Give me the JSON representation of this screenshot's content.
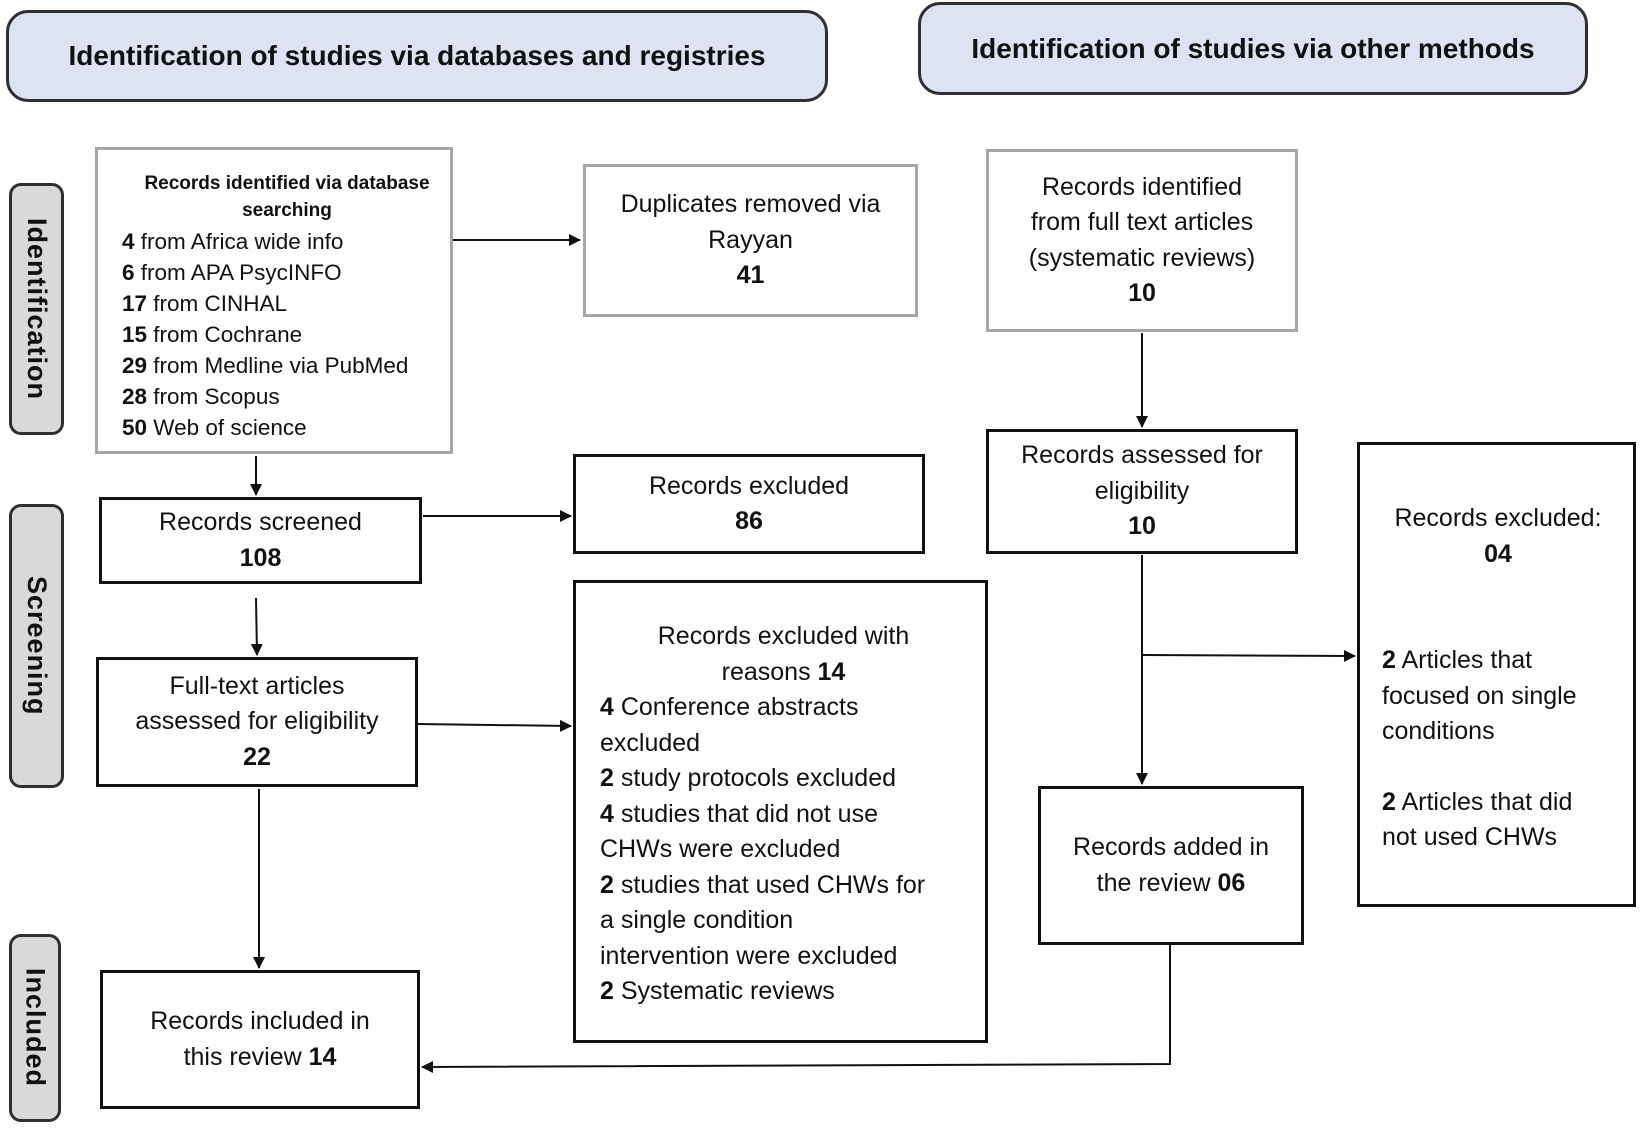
{
  "headers": {
    "databases": "Identification of studies via databases and registries",
    "other": "Identification of studies via other methods"
  },
  "stages": {
    "identification": "Identification",
    "screening": "Screening",
    "included": "Included"
  },
  "db_search": {
    "title": "Records identified via database searching",
    "items": [
      {
        "count": "4",
        "text": " from  Africa wide info"
      },
      {
        "count": "6",
        "text": " from APA PsycINFO"
      },
      {
        "count": "17",
        "text": " from CINHAL"
      },
      {
        "count": "15",
        "text": " from Cochrane"
      },
      {
        "count": "29",
        "text": " from Medline via PubMed"
      },
      {
        "count": "28",
        "text": " from Scopus"
      },
      {
        "count": "50",
        "text": " Web of science"
      }
    ]
  },
  "duplicates": {
    "line1": "Duplicates removed via",
    "line2": "Rayyan",
    "count": "41"
  },
  "screened": {
    "label": "Records screened",
    "count": "108"
  },
  "excluded_screen": {
    "label": "Records excluded",
    "count": "86"
  },
  "fulltext": {
    "line1": "Full-text articles",
    "line2": "assessed for eligibility",
    "count": "22"
  },
  "excluded_reasons": {
    "title1": "Records excluded with",
    "title2": "reasons ",
    "title_count": "14",
    "items": [
      {
        "count": "4",
        "lines": [
          " Conference abstracts",
          "excluded"
        ]
      },
      {
        "count": "2",
        "lines": [
          " study protocols excluded"
        ]
      },
      {
        "count": "4",
        "lines": [
          " studies that did not use",
          "CHWs were excluded"
        ]
      },
      {
        "count": "2",
        "lines": [
          " studies that used CHWs for",
          "a single condition",
          "intervention  were excluded"
        ]
      },
      {
        "count": "2",
        "lines": [
          " Systematic reviews"
        ]
      }
    ]
  },
  "included": {
    "line1": "Records included in",
    "line2": "this review ",
    "count": "14"
  },
  "other_identified": {
    "line1": "Records identified",
    "line2": "from full text articles",
    "line3": "(systematic reviews)",
    "count": "10"
  },
  "other_assessed": {
    "line1": "Records assessed for",
    "line2": "eligibility",
    "count": "10"
  },
  "other_excluded": {
    "title": "Records excluded:",
    "count": "04",
    "item1": {
      "count": "2",
      "lines": [
        " Articles that",
        "focused on single",
        "conditions"
      ]
    },
    "item2": {
      "count": "2",
      "lines": [
        " Articles that did",
        "not used CHWs"
      ]
    }
  },
  "other_added": {
    "line1": "Records added in",
    "line2": "the review ",
    "count": "06"
  }
}
